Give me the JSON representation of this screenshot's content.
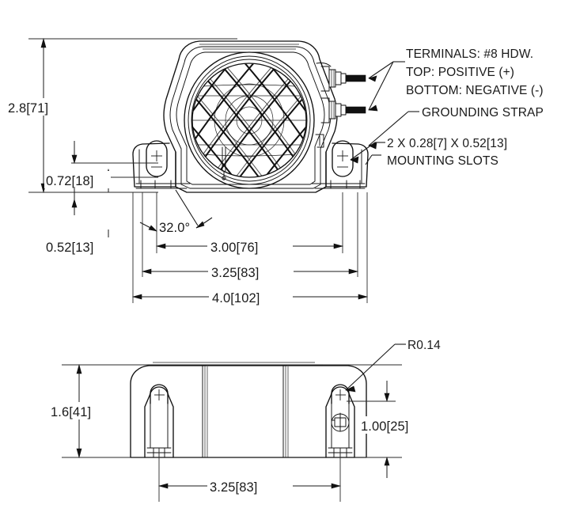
{
  "drawing": {
    "title": "Backup Alarm Mechanical Drawing",
    "views": {
      "front": "front-view",
      "bottom": "bottom-view"
    }
  },
  "dimensions": {
    "height_overall": "2.8[71]",
    "foot_to_slot": "0.72[18]",
    "base_thickness": "0.52[13]",
    "angle": "32.0°",
    "slot_center_span": "3.00[76]",
    "mount_width": "3.25[83]",
    "overall_width": "4.0[102]",
    "depth_overall": "1.6[41]",
    "slot_depth": "1.00[25]",
    "mount_span_bottom": "3.25[83]",
    "corner_radius": "R0.14"
  },
  "notes": {
    "terminals_line1": "TERMINALS: #8 HDW.",
    "terminals_line2": "TOP: POSITIVE (+)",
    "terminals_line3": "BOTTOM: NEGATIVE (-)",
    "grounding": "GROUNDING STRAP",
    "slots_line1": "2 X 0.28[7] X 0.52[13]",
    "slots_line2": "MOUNTING SLOTS"
  },
  "colors": {
    "line": "#111111",
    "dim": "#1a1a1a",
    "background": "#ffffff"
  }
}
